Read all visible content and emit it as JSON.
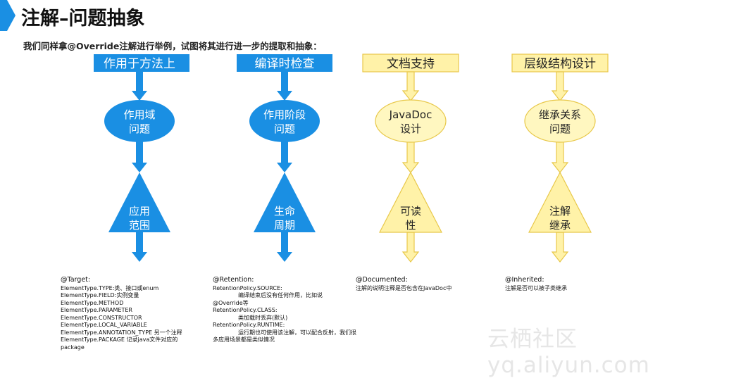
{
  "title": "注解–问题抽象",
  "subtitle": "我们同样拿@Override注解进行举例，试图将其进行进一步的提取和抽象：",
  "colors": {
    "blue": "#1a8fe3",
    "yellow_fill": "#fff2a8",
    "yellow_stroke": "#e8c84a",
    "yellow_ellipse": "#fff7c0",
    "yellow_text": "#222222"
  },
  "columns": [
    {
      "style": "blue",
      "header": "作用于方法上",
      "ellipse": [
        "作用域",
        "问题"
      ],
      "triangle": [
        "应用",
        "范围"
      ],
      "note_head": "@Target:",
      "note_lines": [
        "ElementType.TYPE:类、接口或enum",
        "ElementType.FIELD:实例变量",
        "ElementType.METHOD",
        "ElementType.PARAMETER",
        "ElementType.CONSTRUCTOR",
        "ElementType.LOCAL_VARIABLE",
        "ElementType.ANNOTATION_TYPE 另一个注释",
        "ElementType.PACKAGE 记录java文件对应的",
        "package"
      ]
    },
    {
      "style": "blue",
      "header": "编译时检查",
      "ellipse": [
        "作用阶段",
        "问题"
      ],
      "triangle": [
        "生命",
        "周期"
      ],
      "note_head": "@Retention:",
      "note_lines": [
        "RetentionPolicy.SOURCE:",
        "编译结束后没有任何作用，比如说",
        "@Override等",
        "RetentionPolicy.CLASS:",
        "类加载时丢弃(默认)",
        "RetentionPolicy.RUNTIME:",
        "运行期也可使用该注解，可以配合反射，我们很",
        "多应用场景都是类似情况"
      ],
      "note_indent": [
        false,
        true,
        false,
        false,
        true,
        false,
        true,
        false
      ]
    },
    {
      "style": "yellow",
      "header": "文档支持",
      "ellipse": [
        "JavaDoc",
        "设计"
      ],
      "triangle": [
        "可读",
        "性"
      ],
      "note_head": "@Documented:",
      "note_lines": [
        "注解的说明注释是否包含在JavaDoc中"
      ]
    },
    {
      "style": "yellow",
      "header": "层级结构设计",
      "ellipse": [
        "继承关系",
        "问题"
      ],
      "triangle": [
        "注解",
        "继承"
      ],
      "note_head": "@Inherited:",
      "note_lines": [
        "注解是否可以被子类继承"
      ]
    }
  ],
  "watermark": "云栖社区 yq.aliyun.com"
}
